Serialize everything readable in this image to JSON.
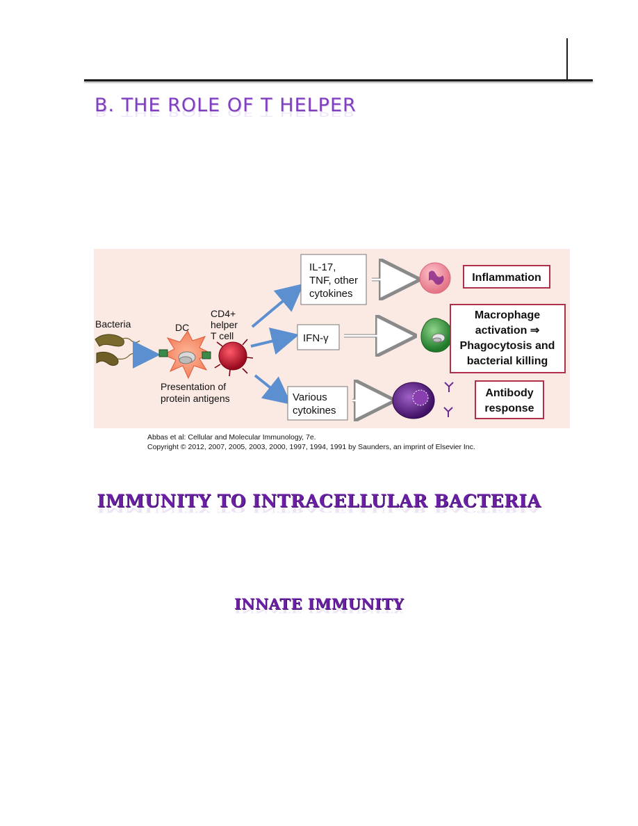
{
  "section": {
    "title": "B. THE ROLE OF T HELPER"
  },
  "figure": {
    "labels": {
      "bacteria": "Bacteria",
      "dc": "DC",
      "cd4_line1": "CD4+",
      "cd4_line2": "helper",
      "cd4_line3": "T cell",
      "presentation_line1": "Presentation of",
      "presentation_line2": "protein antigens"
    },
    "pathways": [
      {
        "cytokine_lines": [
          "IL-17,",
          "TNF, other",
          "cytokines"
        ],
        "outcome_lines": [
          "Inflammation"
        ]
      },
      {
        "cytokine_lines": [
          "IFN-γ"
        ],
        "outcome_lines": [
          "Macrophage",
          "activation ⇒",
          "Phagocytosis and",
          "bacterial killing"
        ]
      },
      {
        "cytokine_lines": [
          "Various",
          "cytokines"
        ],
        "outcome_lines": [
          "Antibody",
          "response"
        ]
      }
    ],
    "colors": {
      "background": "#fbe9e4",
      "arrow": "#5b8fcf",
      "outcome_border": "#b0304a",
      "t_cell": "#c8102e",
      "macrophage": "#3fa040",
      "b_cell": "#6a2c91",
      "neutrophil": "#ef8fa0"
    }
  },
  "caption": {
    "line1": "Abbas et al: Cellular and Molecular Immunology, 7e.",
    "line2": "Copyright © 2012, 2007, 2005, 2003, 2000, 1997, 1994, 1991 by Saunders, an imprint of Elsevier Inc."
  },
  "headings": {
    "intracellular": "IMMUNITY TO INTRACELLULAR BACTERIA",
    "innate": "INNATE IMMUNITY"
  }
}
